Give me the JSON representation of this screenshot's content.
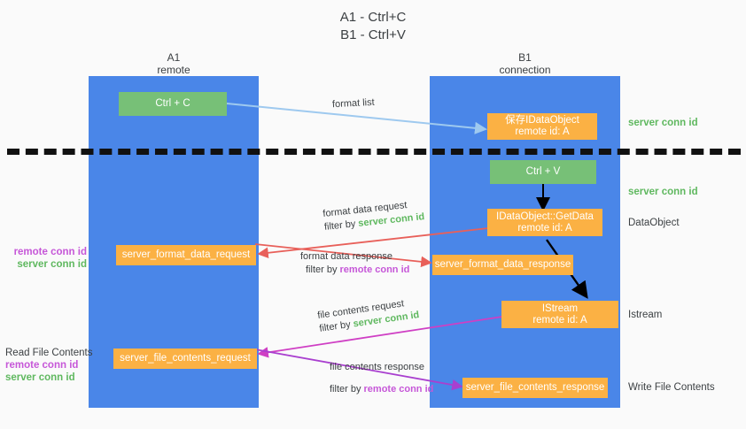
{
  "title": {
    "line1": "A1 - Ctrl+C",
    "line2": "B1 - Ctrl+V"
  },
  "lanes": [
    {
      "name": "A1",
      "sub": "remote"
    },
    {
      "name": "B1",
      "sub": "connection"
    }
  ],
  "boxes": {
    "ctrl_c": {
      "line1": "Ctrl + C"
    },
    "save_idataobject": {
      "line1": "保存IDataObject",
      "line2": "remote id: A"
    },
    "ctrl_v": {
      "line1": "Ctrl + V"
    },
    "getdata": {
      "line1": "IDataObject::GetData",
      "line2": "remote id: A"
    },
    "istream": {
      "line1": "IStream",
      "line2": "remote id: A"
    },
    "server_format_data_request": {
      "line1": "server_format_data_request"
    },
    "server_format_data_response": {
      "line1": "server_format_data_response"
    },
    "server_file_contents_request": {
      "line1": "server_file_contents_request"
    },
    "server_file_contents_response": {
      "line1": "server_file_contents_response"
    }
  },
  "right_labels": {
    "server_conn_id_1": "server conn id",
    "server_conn_id_2": "server conn id",
    "dataobject": "DataObject",
    "istream": "Istream",
    "write_file_contents": "Write File Contents"
  },
  "left_labels": {
    "group1": {
      "remote": "remote conn id",
      "server": "server conn id"
    },
    "group2": {
      "heading": "Read File Contents",
      "remote": "remote conn id",
      "server": "server conn id"
    }
  },
  "edges": {
    "format_list": {
      "line1": "format list"
    },
    "format_data_request": {
      "line1": "format data request",
      "prefix": "filter by ",
      "token": "server conn id"
    },
    "format_data_response": {
      "line1": "format data response",
      "prefix": "filter by ",
      "token": "remote conn id"
    },
    "file_contents_request": {
      "line1": "file contents request",
      "prefix": "filter by ",
      "token": "server conn id"
    },
    "file_contents_response": {
      "line1": "file contents response",
      "prefix": "filter by ",
      "token": "remote conn id"
    }
  },
  "colors": {
    "lane": "#4a86e8",
    "green_box": "#77c077",
    "orange_box": "#fbb144",
    "green_text": "#5fb85f",
    "purple_text": "#c657d8",
    "arrow_lightblue": "#9ec9ef",
    "arrow_red": "#e8605a",
    "arrow_magenta": "#cf3fc4",
    "arrow_purple": "#a93fcf",
    "arrow_black": "#000000"
  }
}
